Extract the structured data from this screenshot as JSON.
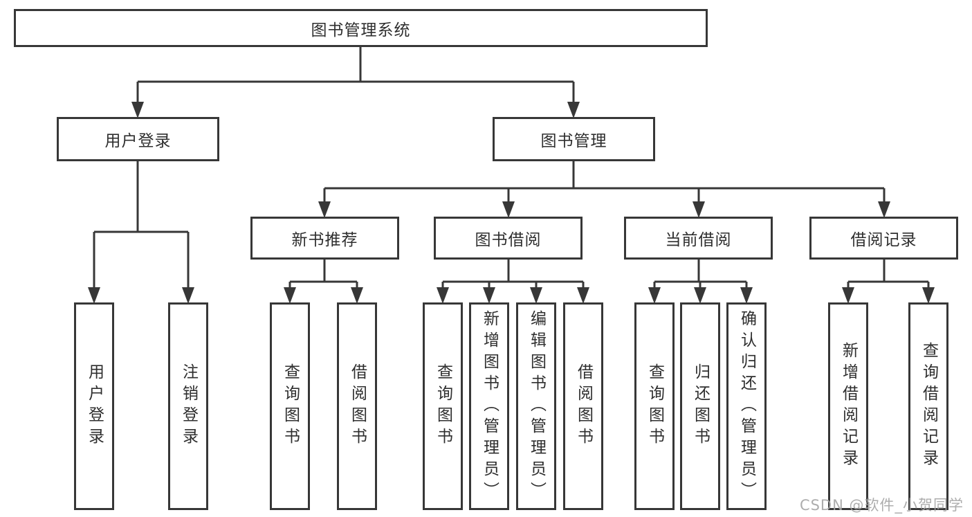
{
  "tree": {
    "root": "图书管理系统",
    "branches": [
      {
        "label": "用户登录",
        "children": [
          "用户登录",
          "注销登录"
        ]
      },
      {
        "label": "图书管理",
        "children": [
          {
            "label": "新书推荐",
            "children": [
              "查询图书",
              "借阅图书"
            ]
          },
          {
            "label": "图书借阅",
            "children": [
              "查询图书",
              "新增图书（管理员）",
              "编辑图书（管理员）",
              "借阅图书"
            ]
          },
          {
            "label": "当前借阅",
            "children": [
              "查询图书",
              "归还图书",
              "确认归还（管理员）"
            ]
          },
          {
            "label": "借阅记录",
            "children": [
              "新增借阅记录",
              "查询借阅记录"
            ]
          }
        ]
      }
    ]
  },
  "colors": {
    "line": "#373737",
    "border": "#373737",
    "text": "#2e2e2e",
    "watermark": "#a5a5a5"
  },
  "watermark": "CSDN @软件_小贺同学"
}
